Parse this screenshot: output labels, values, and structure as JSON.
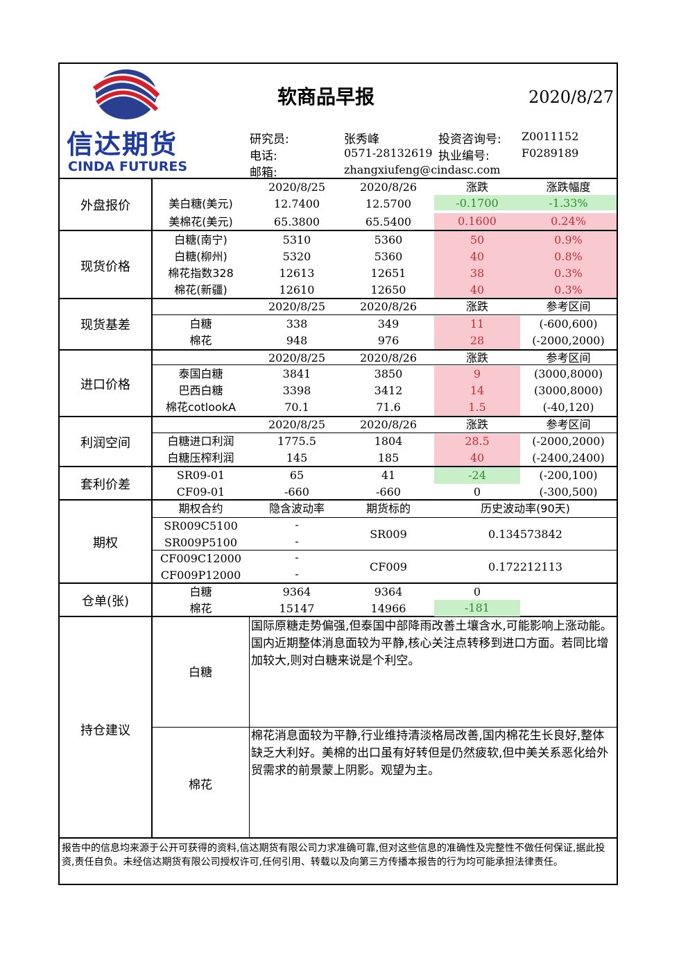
{
  "header": {
    "brand_cn": "信达期货",
    "brand_en": "CINDA FUTURES",
    "title": "软商品早报",
    "date": "2020/8/27",
    "researcher_label": "研究员:",
    "researcher": "张秀峰",
    "consult_label": "投资咨询号:",
    "consult_no": "Z0011152",
    "phone_label": "电话:",
    "phone": "0571-28132619",
    "license_label": "执业编号:",
    "license_no": "F0289189",
    "email_label": "邮箱:",
    "email": "zhangxiufeng@cindasc.com"
  },
  "colors": {
    "up_bg": "#f8c9cf",
    "up_text": "#c0303a",
    "down_bg": "#c9efc9",
    "down_text": "#2f8a2f"
  },
  "sections": {
    "foreign": {
      "title": "外盘报价",
      "head": [
        "2020/8/25",
        "2020/8/26",
        "涨跌",
        "涨跌幅度"
      ],
      "rows": [
        {
          "name": "美白糖(美元)",
          "d1": "12.7400",
          "d2": "12.5700",
          "chg": "-0.1700",
          "pct": "-1.33%"
        },
        {
          "name": "美棉花(美元)",
          "d1": "65.3800",
          "d2": "65.5400",
          "chg": "0.1600",
          "pct": "0.24%"
        }
      ]
    },
    "spot": {
      "title": "现货价格",
      "rows": [
        {
          "name": "白糖(南宁)",
          "d1": "5310",
          "d2": "5360",
          "chg": "50",
          "pct": "0.9%"
        },
        {
          "name": "白糖(柳州)",
          "d1": "5320",
          "d2": "5360",
          "chg": "40",
          "pct": "0.8%"
        },
        {
          "name": "棉花指数328",
          "d1": "12613",
          "d2": "12651",
          "chg": "38",
          "pct": "0.3%"
        },
        {
          "name": "棉花(新疆)",
          "d1": "12610",
          "d2": "12650",
          "chg": "40",
          "pct": "0.3%"
        }
      ]
    },
    "basis": {
      "title": "现货基差",
      "head": [
        "2020/8/25",
        "2020/8/26",
        "涨跌",
        "参考区间"
      ],
      "rows": [
        {
          "name": "白糖",
          "d1": "338",
          "d2": "349",
          "chg": "11",
          "range": "(-600,600)"
        },
        {
          "name": "棉花",
          "d1": "948",
          "d2": "976",
          "chg": "28",
          "range": "(-2000,2000)"
        }
      ]
    },
    "import": {
      "title": "进口价格",
      "head": [
        "2020/8/25",
        "2020/8/26",
        "涨跌",
        "参考区间"
      ],
      "rows": [
        {
          "name": "泰国白糖",
          "d1": "3841",
          "d2": "3850",
          "chg": "9",
          "range": "(3000,8000)"
        },
        {
          "name": "巴西白糖",
          "d1": "3398",
          "d2": "3412",
          "chg": "14",
          "range": "(3000,8000)"
        },
        {
          "name": "棉花cotlookA",
          "d1": "70.1",
          "d2": "71.6",
          "chg": "1.5",
          "range": "(-40,120)"
        }
      ]
    },
    "profit": {
      "title": "利润空间",
      "head": [
        "2020/8/25",
        "2020/8/26",
        "涨跌",
        "参考区间"
      ],
      "rows": [
        {
          "name": "白糖进口利润",
          "d1": "1775.5",
          "d2": "1804",
          "chg": "28.5",
          "range": "(-2000,2000)"
        },
        {
          "name": "白糖压榨利润",
          "d1": "145",
          "d2": "185",
          "chg": "40",
          "range": "(-2400,2400)"
        }
      ]
    },
    "spread": {
      "title": "套利价差",
      "rows": [
        {
          "name": "SR09-01",
          "d1": "65",
          "d2": "41",
          "chg": "-24",
          "range": "(-200,100)"
        },
        {
          "name": "CF09-01",
          "d1": "-660",
          "d2": "-660",
          "chg": "0",
          "range": "(-300,500)"
        }
      ]
    },
    "options": {
      "title": "期权",
      "head": [
        "期权合约",
        "隐含波动率",
        "期货标的",
        "历史波动率(90天)"
      ],
      "rows": [
        {
          "contract": "SR009C5100",
          "iv": "-"
        },
        {
          "contract": "SR009P5100",
          "iv": "-"
        },
        {
          "contract": "CF009C12000",
          "iv": "-"
        },
        {
          "contract": "CF009P12000",
          "iv": "-"
        }
      ],
      "groups": [
        {
          "underlying": "SR009",
          "hv": "0.134573842"
        },
        {
          "underlying": "CF009",
          "hv": "0.172212113"
        }
      ]
    },
    "warehouse": {
      "title": "仓单(张)",
      "rows": [
        {
          "name": "白糖",
          "d1": "9364",
          "d2": "9364",
          "chg": "0"
        },
        {
          "name": "棉花",
          "d1": "15147",
          "d2": "14966",
          "chg": "-181"
        }
      ]
    },
    "advice": {
      "title": "持仓建议",
      "rows": [
        {
          "name": "白糖",
          "text": "国际原糖走势偏强,但泰国中部降雨改善土壤含水,可能影响上涨动能。国内近期整体消息面较为平静,核心关注点转移到进口方面。若同比增加较大,则对白糖来说是个利空。"
        },
        {
          "name": "棉花",
          "text": "棉花消息面较为平静,行业维持清淡格局改善,国内棉花生长良好,整体缺乏大利好。美棉的出口虽有好转但是仍然疲软,但中美关系恶化给外贸需求的前景蒙上阴影。观望为主。"
        }
      ]
    }
  },
  "disclaimer": "报告中的信息均来源于公开可获得的资料,信达期货有限公司力求准确可靠,但对这些信息的准确性及完整性不做任何保证,据此投资,责任自负。未经信达期货有限公司授权许可,任何引用、转载以及向第三方传播本报告的行为均可能承担法律责任。"
}
